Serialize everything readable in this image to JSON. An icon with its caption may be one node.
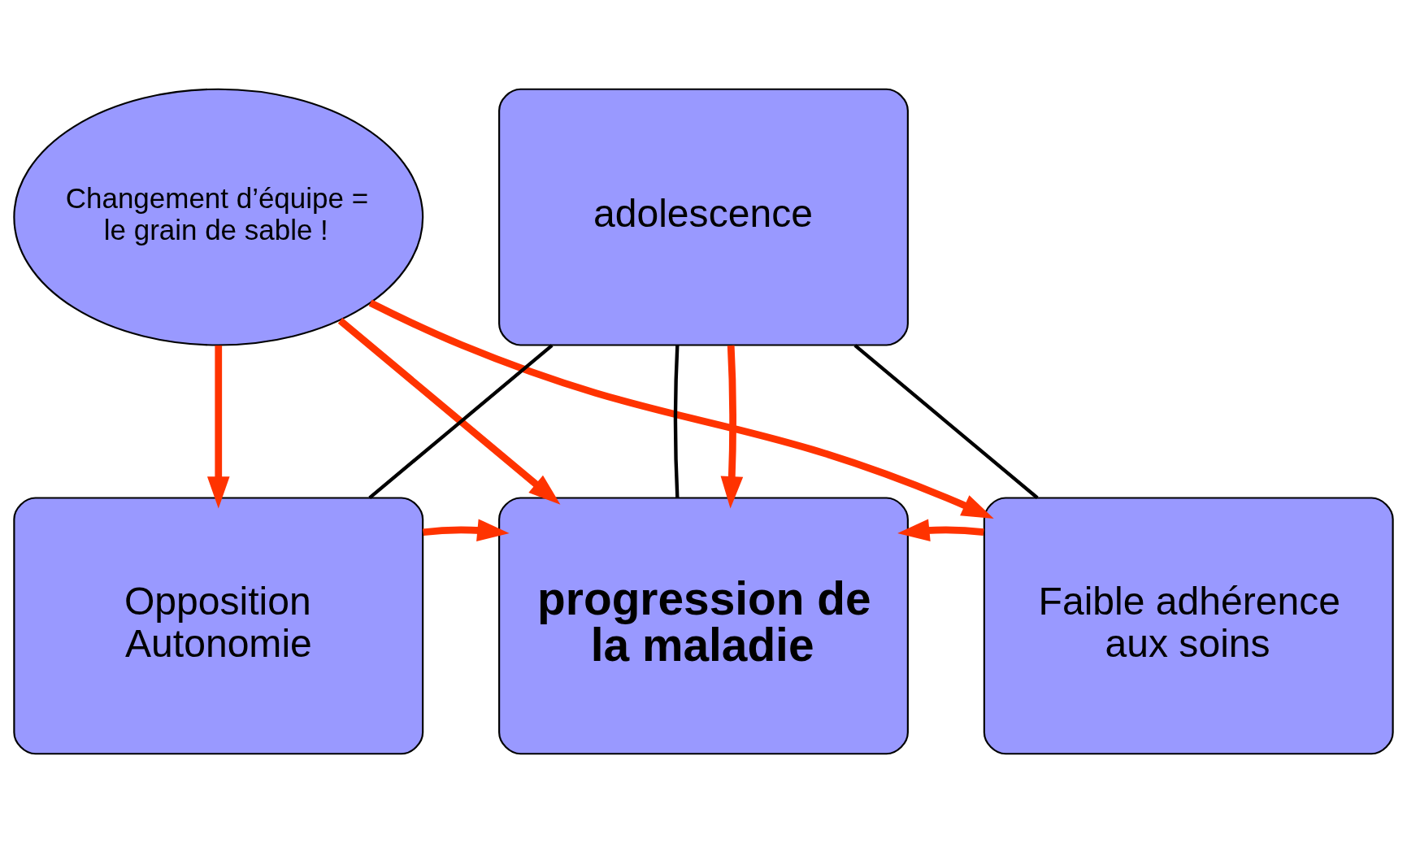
{
  "diagram": {
    "nodes": [
      {
        "text": [
          "Changement d’équipe = le grain de sable !"
        ]
      },
      {
        "text": [
          "adolescence"
        ]
      },
      {
        "text": [
          "Opposition Autonomie"
        ]
      },
      {
        "text": [
          "progression de la maladie"
        ]
      },
      {
        "text": [
          "Faible adhérence aux soins"
        ]
      }
    ],
    "edges": [
      {
        "from": 1,
        "to": 2,
        "arrow": "none",
        "color": "#000000"
      },
      {
        "from": 1,
        "to": 3,
        "arrow": "none",
        "color": "#000000"
      },
      {
        "from": 1,
        "to": 4,
        "arrow": "none",
        "color": "#000000"
      },
      {
        "from": 0,
        "to": 2,
        "arrow": "to"
      },
      {
        "from": 0,
        "to": 3,
        "arrow": "to"
      },
      {
        "from": 0,
        "to": 4,
        "arrow": "to"
      },
      {
        "from": 1,
        "to": 3,
        "arrow": "to"
      },
      {
        "from": 2,
        "to": 3,
        "arrow": "to"
      },
      {
        "from": 4,
        "to": 3,
        "arrow": "to"
      }
    ]
  }
}
